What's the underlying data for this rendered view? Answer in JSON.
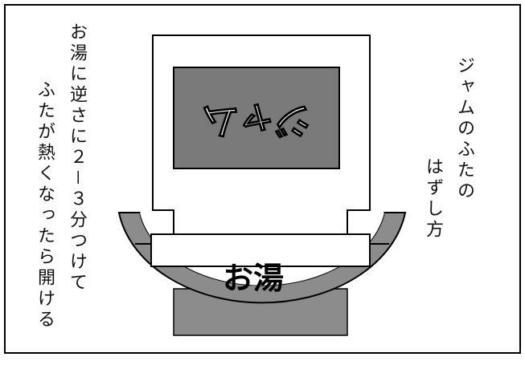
{
  "panel": {
    "title_col1": "ジャムのふたの",
    "title_col2": "はずし方",
    "instruction_col1": "お湯に逆さに２－３分つけて",
    "instruction_col2": "ふたが熱くなったら開ける"
  },
  "illustration": {
    "jar_label": "ジャム",
    "water_label": "お湯"
  },
  "colors": {
    "bowl_gray": "#8c8c8c",
    "label_gray": "#7a7a7a",
    "base_gray": "#8c8c8c",
    "ink": "#000000"
  }
}
